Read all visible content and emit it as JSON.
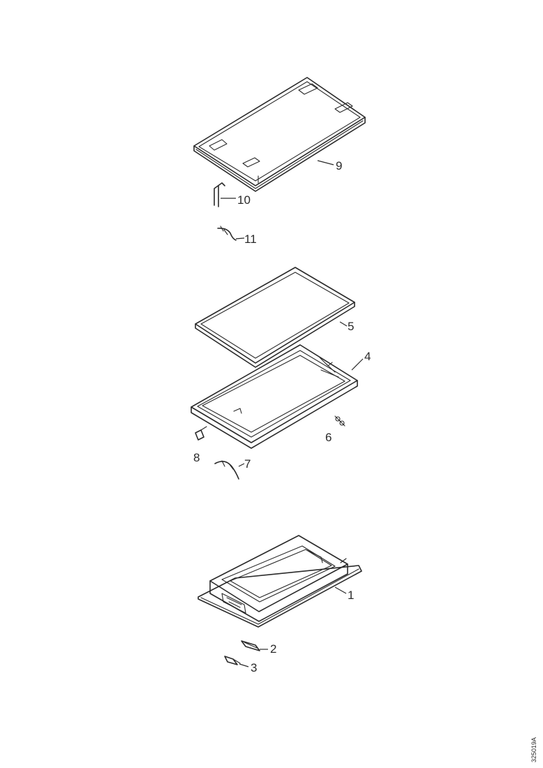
{
  "callouts": {
    "c1": "1",
    "c2": "2",
    "c3": "3",
    "c4": "4",
    "c5": "5",
    "c6": "6",
    "c7": "7",
    "c8": "8",
    "c9": "9",
    "c10": "10",
    "c11": "11"
  },
  "drawing_code": "325019A"
}
